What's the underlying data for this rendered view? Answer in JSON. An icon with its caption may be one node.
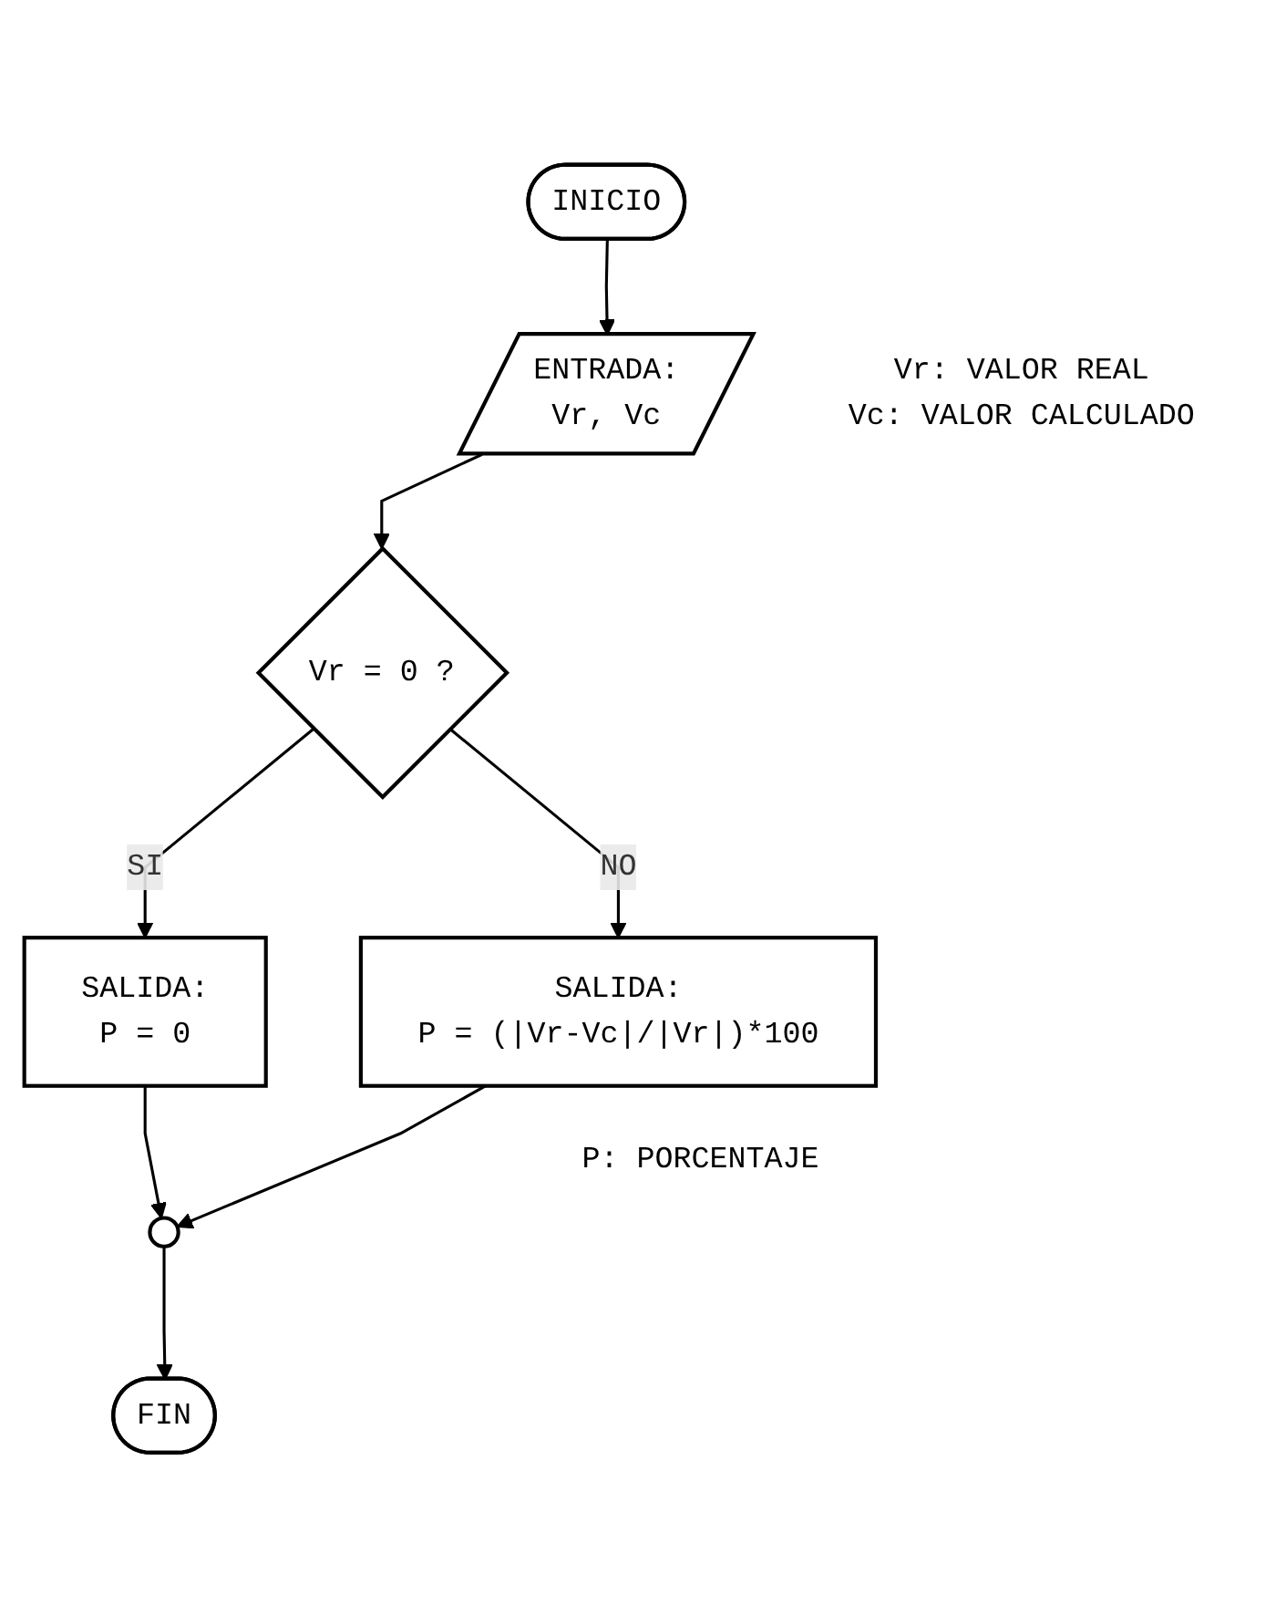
{
  "diagram": {
    "nodes": [
      {
        "text": [
          "INICIO"
        ]
      },
      {
        "text": [
          "ENTRADA:",
          "Vr, Vc"
        ],
        "beside": [
          "Vr: VALOR REAL",
          "Vc: VALOR CALCULADO"
        ]
      },
      {
        "text": [
          "Vr = 0 ?"
        ]
      },
      {
        "text": [
          "SALIDA:",
          "P = 0"
        ]
      },
      {
        "text": [
          "SALIDA:",
          "P = (|Vr-Vc|/|Vr|)*100"
        ],
        "beside": [
          "P: PORCENTAJE"
        ]
      },
      {
        "text": [],
        "shape": "circle"
      },
      {
        "text": [
          "FIN"
        ]
      }
    ],
    "edges": [
      {
        "from": 0,
        "to": 1,
        "arrow": "to"
      },
      {
        "from": 1,
        "to": 2,
        "arrow": "to"
      },
      {
        "from": 2,
        "to": 3,
        "arrow": "to",
        "label": "SI"
      },
      {
        "from": 2,
        "to": 4,
        "arrow": "to",
        "label": "NO"
      },
      {
        "from": 3,
        "to": 5,
        "arrow": "to"
      },
      {
        "from": 4,
        "to": 5,
        "arrow": "to"
      },
      {
        "from": 5,
        "to": 6,
        "arrow": "to"
      }
    ]
  }
}
